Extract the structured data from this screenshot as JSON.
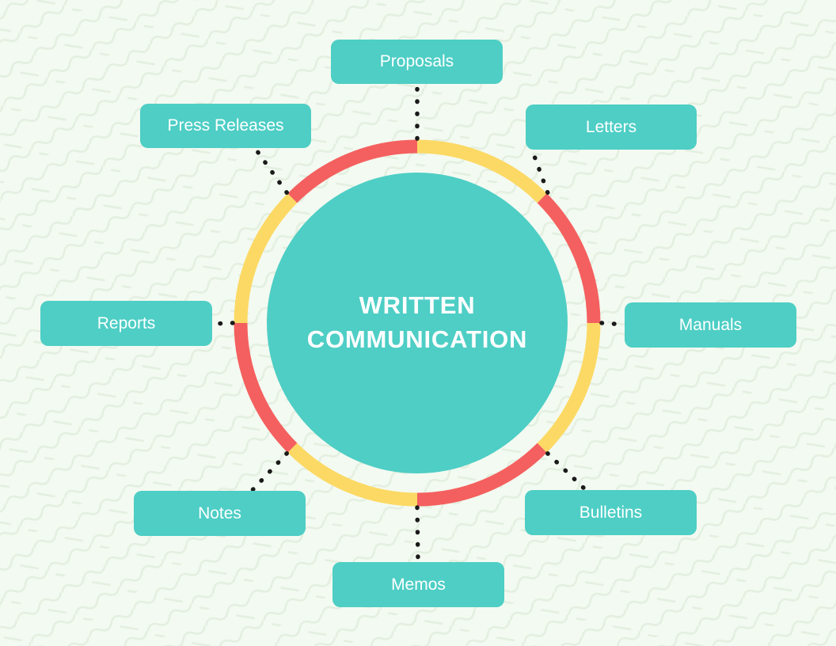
{
  "diagram": {
    "title": "Written Communication",
    "type": "hub-and-spoke radial diagram",
    "background_color": "#f3faf1",
    "hub": {
      "label": "WRITTEN\nCOMMUNICATION",
      "fill_color": "#4ecec5",
      "text_color": "#ffffff"
    },
    "ring": {
      "color_a": "#f4605f",
      "color_b": "#fcd964",
      "segments": 8
    },
    "connector": {
      "style": "dotted",
      "color": "#1a1a1a"
    },
    "nodes": [
      {
        "id": "proposals",
        "label": "Proposals",
        "position": "top"
      },
      {
        "id": "letters",
        "label": "Letters",
        "position": "top-right"
      },
      {
        "id": "manuals",
        "label": "Manuals",
        "position": "right"
      },
      {
        "id": "bulletins",
        "label": "Bulletins",
        "position": "bottom-right"
      },
      {
        "id": "memos",
        "label": "Memos",
        "position": "bottom"
      },
      {
        "id": "notes",
        "label": "Notes",
        "position": "bottom-left"
      },
      {
        "id": "reports",
        "label": "Reports",
        "position": "left"
      },
      {
        "id": "press_releases",
        "label": "Press Releases",
        "position": "top-left"
      }
    ]
  }
}
